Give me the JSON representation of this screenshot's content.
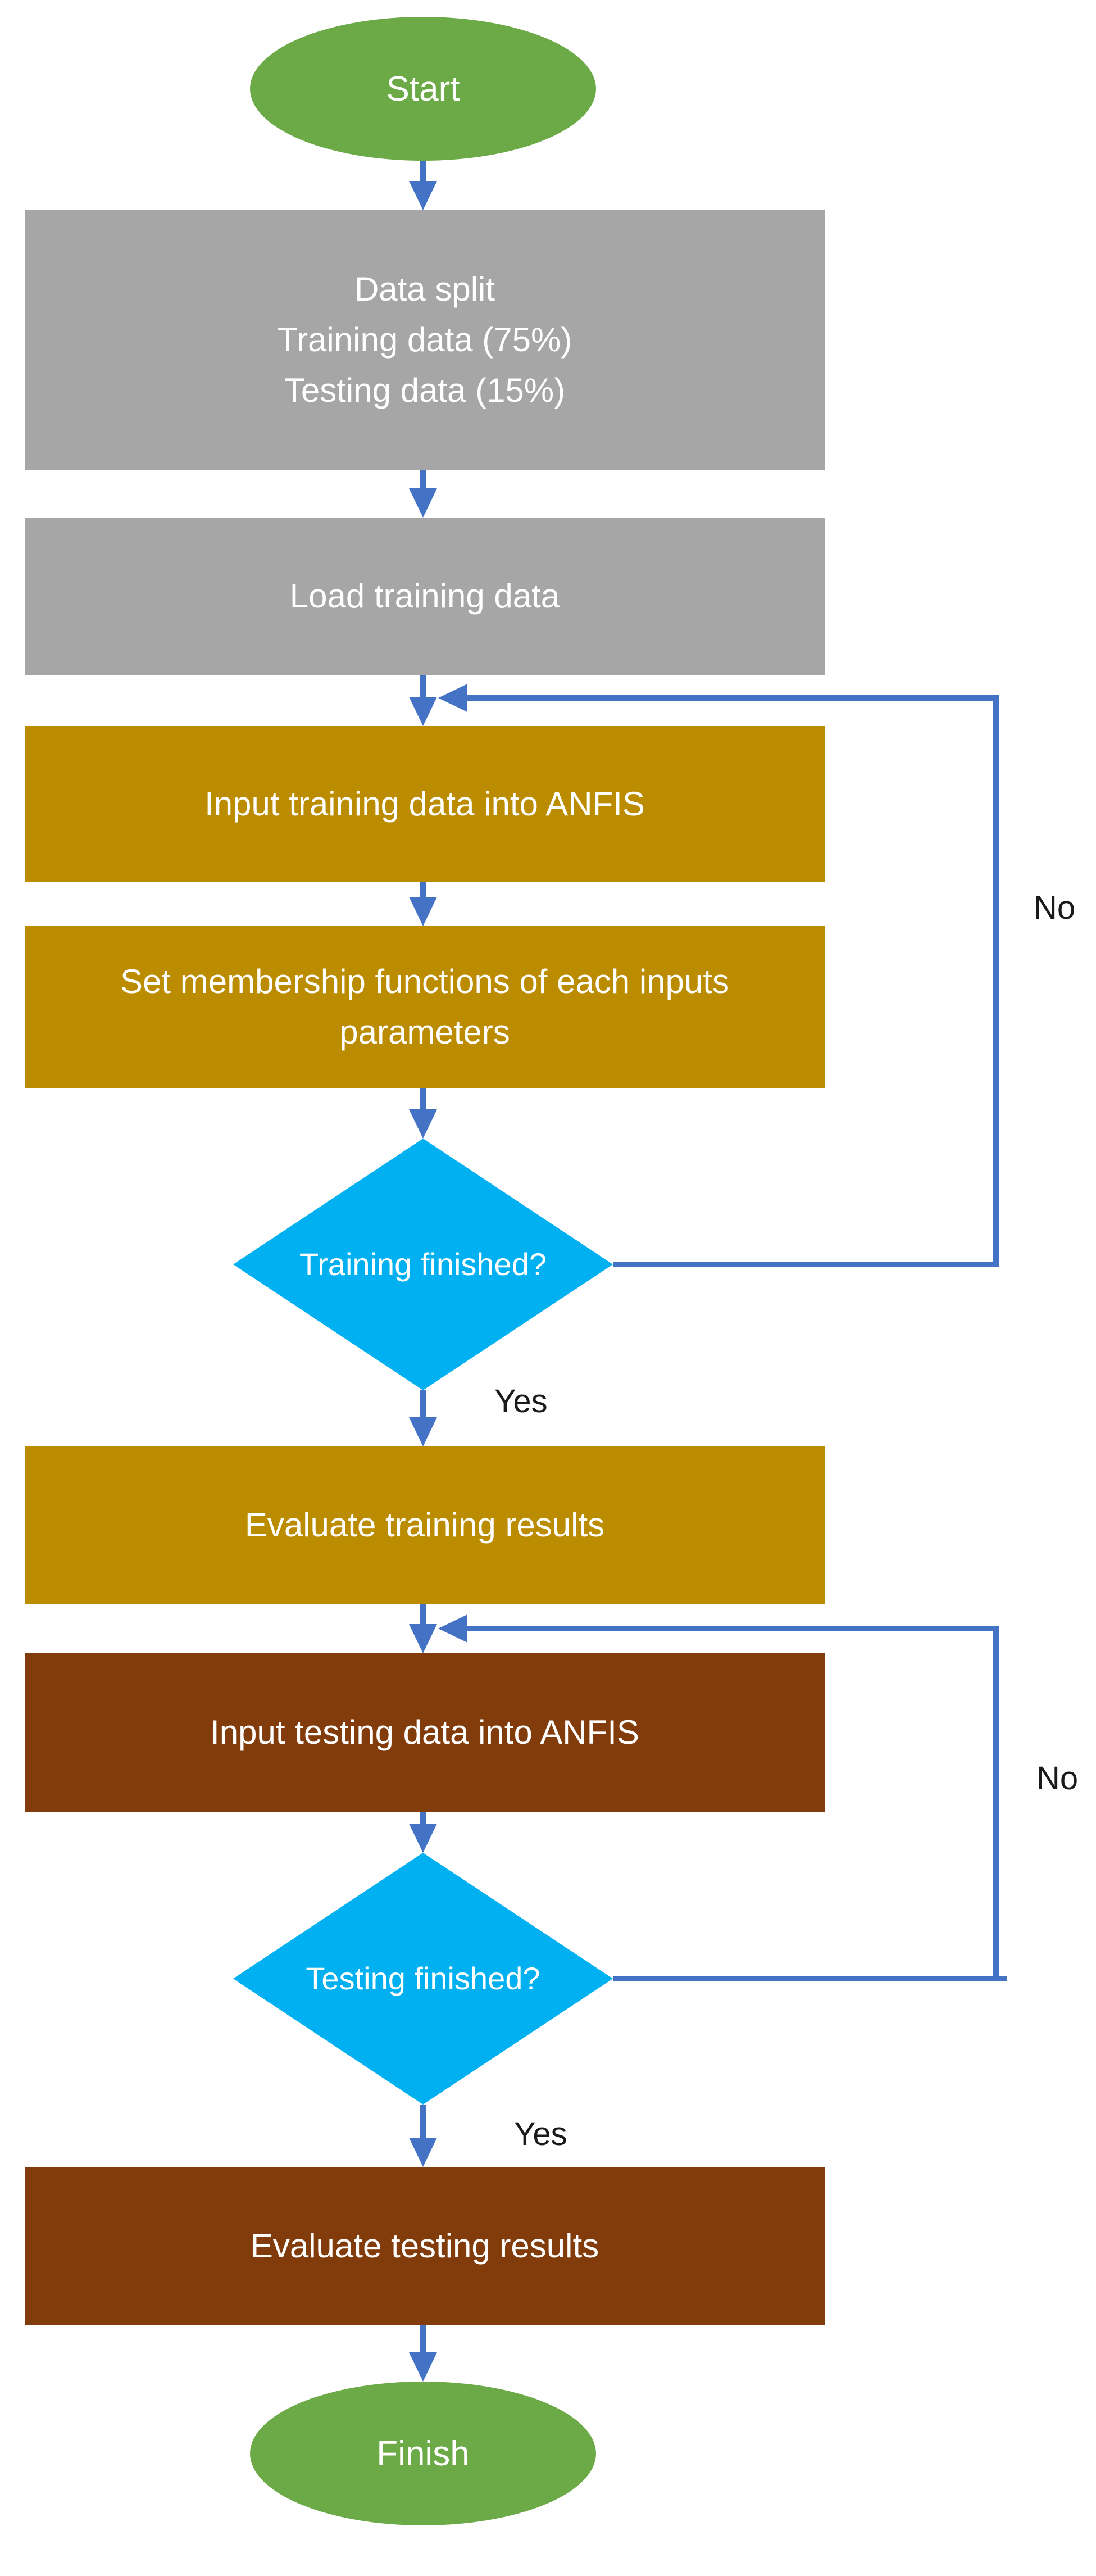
{
  "diagram_type": "flowchart",
  "colors": {
    "terminator_green": "#6CAA47",
    "process_gray": "#A6A6A6",
    "process_gold": "#BC8C00",
    "process_brown": "#823C0B",
    "decision_cyan": "#00B0F0",
    "connector_blue": "#4472C4",
    "node_text": "#FFFFFF",
    "edge_label_text": "#1A1A1A",
    "background": "#FFFFFF"
  },
  "nodes": {
    "start": {
      "shape": "ellipse",
      "label": "Start"
    },
    "data_split": {
      "shape": "rect",
      "lines": [
        "Data split",
        "Training data (75%)",
        "Testing data (15%)"
      ]
    },
    "load_training": {
      "shape": "rect",
      "label": "Load training data"
    },
    "input_training": {
      "shape": "rect",
      "label": "Input training data into ANFIS"
    },
    "set_membership": {
      "shape": "rect",
      "lines": [
        "Set membership functions of each inputs",
        "parameters"
      ]
    },
    "training_finished": {
      "shape": "diamond",
      "label": "Training finished?"
    },
    "evaluate_training": {
      "shape": "rect",
      "label": "Evaluate training results"
    },
    "input_testing": {
      "shape": "rect",
      "label": "Input testing data into ANFIS"
    },
    "testing_finished": {
      "shape": "diamond",
      "label": "Testing finished?"
    },
    "evaluate_testing": {
      "shape": "rect",
      "label": "Evaluate testing results"
    },
    "finish": {
      "shape": "ellipse",
      "label": "Finish"
    }
  },
  "edge_labels": {
    "training_yes": "Yes",
    "training_no": "No",
    "testing_yes": "Yes",
    "testing_no": "No"
  }
}
